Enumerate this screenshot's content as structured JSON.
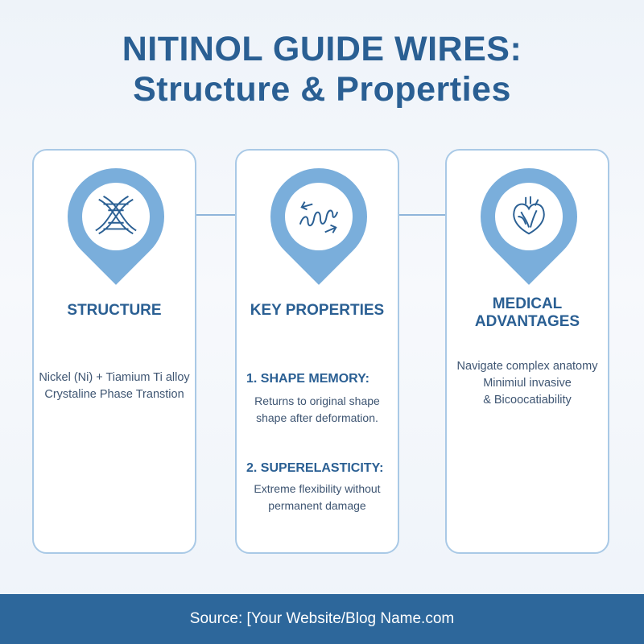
{
  "title": {
    "line1": "NITINOL GUIDE WIRES:",
    "line2": "Structure & Properties"
  },
  "cards": [
    {
      "heading": "STRUCTURE",
      "icon": "dna-helix-icon",
      "lines": [
        "Nickel (Ni) + Tiamium Ti alloy",
        "Crystaline Phase Transtion"
      ]
    },
    {
      "heading": "KEY PROPERTIES",
      "icon": "coiled-wire-icon",
      "properties": [
        {
          "title": "1. SHAPE MEMORY:",
          "desc": [
            "Returns to original shape",
            "shape after deformation."
          ]
        },
        {
          "title": "2. SUPERELASTICITY:",
          "desc": [
            "Extreme flexibility without",
            "permanent damage"
          ]
        }
      ]
    },
    {
      "heading_lines": [
        "MEDICAL",
        "ADVANTAGES"
      ],
      "icon": "heart-icon",
      "lines": [
        "Navigate complex anatomy",
        "Minimiul invasive",
        "& Bicoocatiability"
      ]
    }
  ],
  "colors": {
    "accent": "#2a5f93",
    "pin": "#7aaedb",
    "border": "#a9c9e6",
    "footer": "#2d679b"
  },
  "footer": {
    "text": "Source: [Your Website/Blog Name.com"
  }
}
